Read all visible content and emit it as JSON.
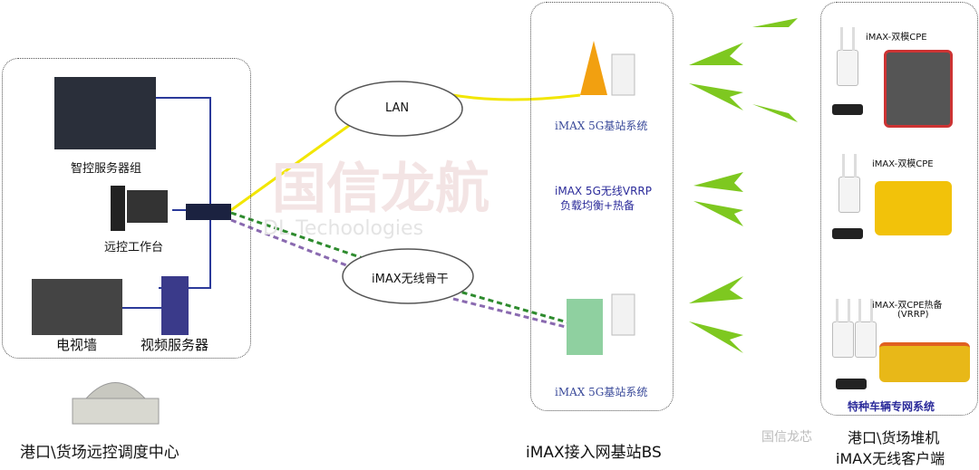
{
  "watermark": {
    "cn": "国信龙航",
    "en": "DL Techoologies",
    "wechat": "国信龙芯"
  },
  "control_center": {
    "servers": "智控服务器组",
    "workstation": "远控工作台",
    "tv_wall": "电视墙",
    "video_server": "视频服务器",
    "title": "港口\\货场远控调度中心"
  },
  "clouds": {
    "lan": "LAN",
    "backbone": "iMAX无线骨干"
  },
  "base_station": {
    "top": "iMAX 5G基站系统",
    "vrrp_line1": "iMAX 5G无线VRRP",
    "vrrp_line2": "负载均衡+热备",
    "bottom": "iMAX 5G基站系统",
    "title": "iMAX接入网基站BS"
  },
  "clients": {
    "cpe1": "iMAX-双模CPE",
    "cpe2": "iMAX-双模CPE",
    "cpe3_line1": "iMAX-双CPE热备",
    "cpe3_line2": "(VRRP)",
    "special": "特种车辆专网系统",
    "title_line1": "港口\\货场堆机",
    "title_line2": "iMAX无线客户端"
  },
  "colors": {
    "lan_link": "#f2e600",
    "wireless_link": "#2e8b2e",
    "purple_link": "#8a6ab0",
    "wifi": "#7ec820"
  }
}
